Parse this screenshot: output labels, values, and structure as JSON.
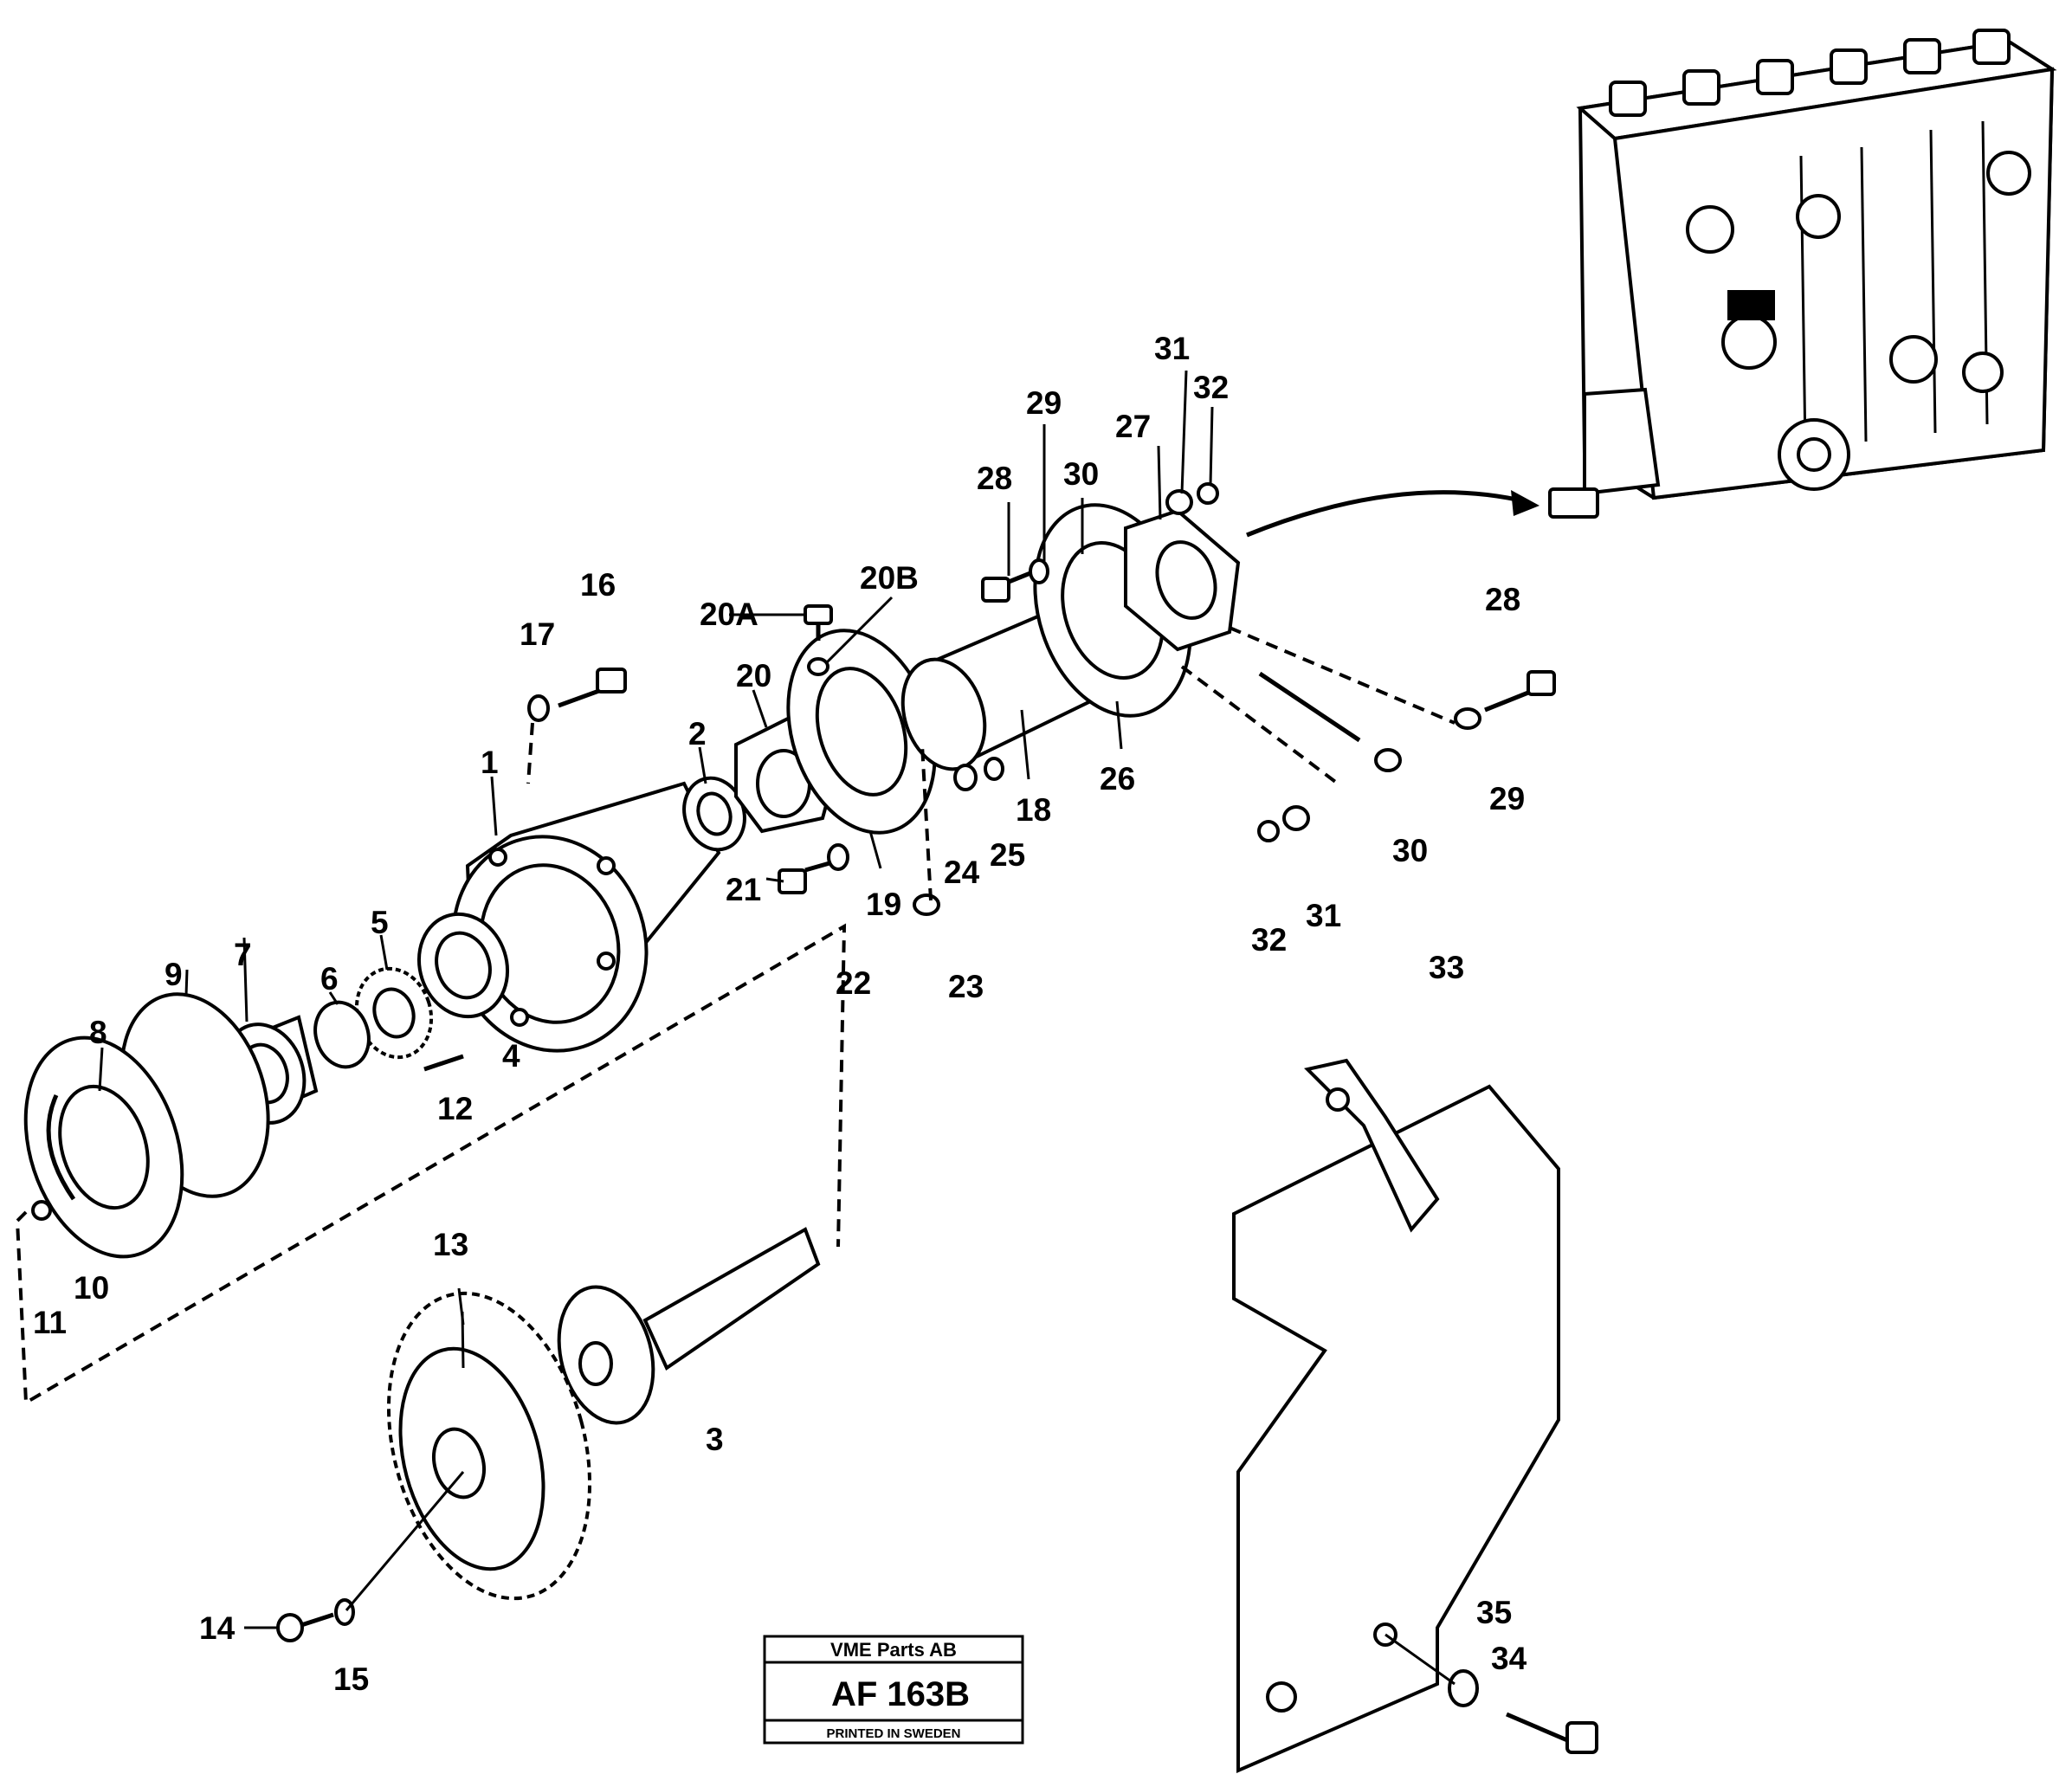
{
  "stamp": {
    "company": "VME Parts AB",
    "code": "AF 163B",
    "note": "PRINTED IN SWEDEN"
  },
  "labels": {
    "l1": "1",
    "l2": "2",
    "l3": "3",
    "l4": "4",
    "l5": "5",
    "l6": "6",
    "l7": "7",
    "l8": "8",
    "l9": "9",
    "l10": "10",
    "l11": "11",
    "l12": "12",
    "l13": "13",
    "l14": "14",
    "l15": "15",
    "l16": "16",
    "l17": "17",
    "l18": "18",
    "l19": "19",
    "l20": "20",
    "l20a": "20A",
    "l20b": "20B",
    "l21": "21",
    "l22": "22",
    "l23": "23",
    "l24": "24",
    "l25": "25",
    "l26": "26",
    "l27": "27",
    "l28a": "28",
    "l28b": "28",
    "l29a": "29",
    "l29b": "29",
    "l30a": "30",
    "l30b": "30",
    "l31a": "31",
    "l31b": "31",
    "l32a": "32",
    "l32b": "32",
    "l33": "33",
    "l34": "34",
    "l35": "35"
  }
}
